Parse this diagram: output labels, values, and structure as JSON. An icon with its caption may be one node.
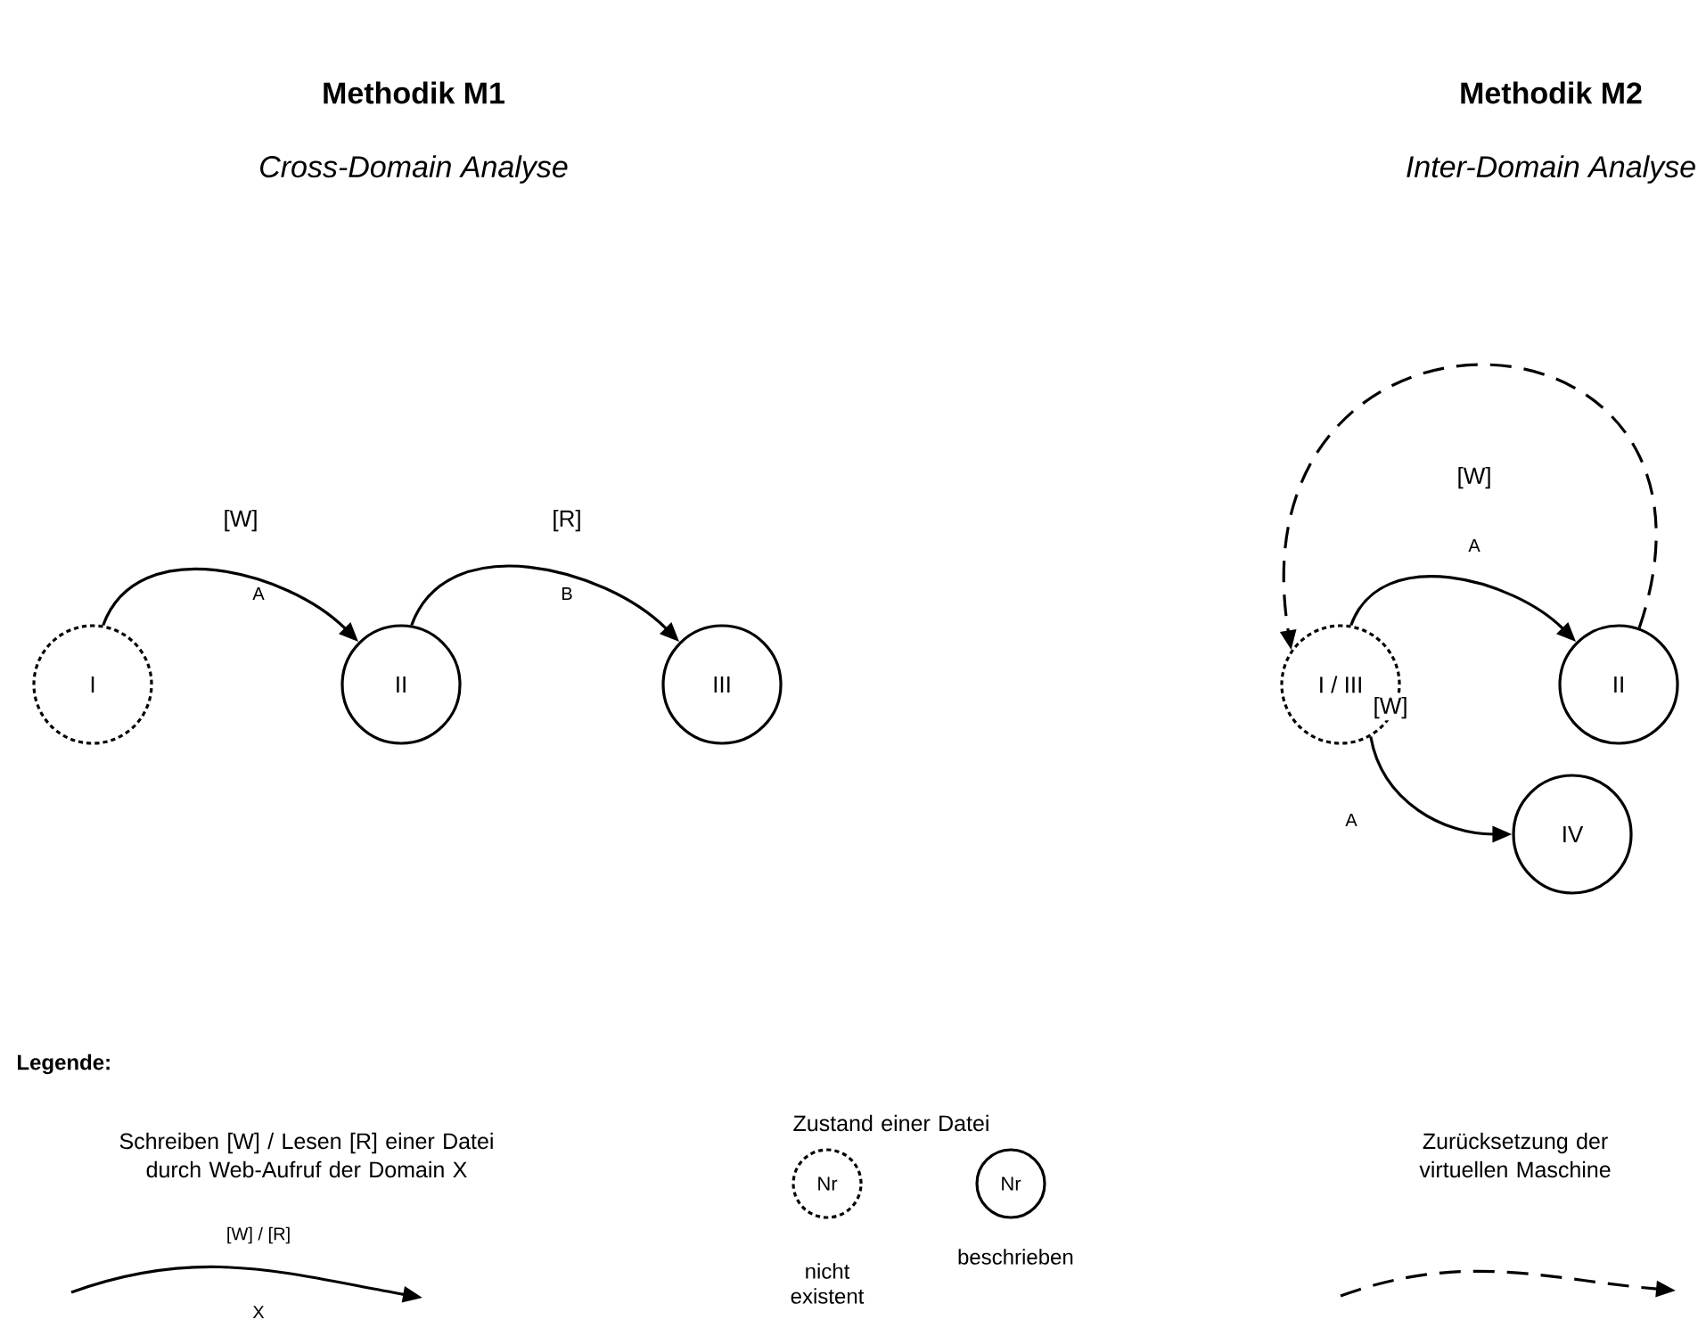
{
  "diagram": {
    "nodes": [
      {
        "text": [
          "I"
        ]
      },
      {
        "text": [
          "II"
        ]
      },
      {
        "text": [
          "III"
        ]
      },
      {
        "text": [
          "I / III"
        ]
      },
      {
        "text": [
          "II"
        ]
      },
      {
        "text": [
          "IV"
        ]
      },
      {
        "text": [
          "Nr"
        ],
        "beside": [
          "nicht existent"
        ]
      },
      {
        "text": [
          "Nr"
        ],
        "beside": [
          "beschrieben"
        ]
      }
    ],
    "edges": [
      {
        "from": 0,
        "to": 1,
        "arrow": "to",
        "label": "[W]"
      },
      {
        "from": 1,
        "to": 2,
        "arrow": "to",
        "label": "[R]"
      },
      {
        "from": 4,
        "to": 3,
        "arrow": "to",
        "style": "dashed"
      },
      {
        "from": 3,
        "to": 4,
        "arrow": "to",
        "label": "[W]"
      },
      {
        "from": 3,
        "to": 5,
        "arrow": "to",
        "label": "[W]"
      }
    ],
    "labels": [
      "Methodik M1",
      "Cross-Domain Analyse",
      "Methodik M2",
      "Inter-Domain Analyse",
      "A",
      "B",
      "A",
      "A",
      "Legende:",
      "[W] / [R]",
      "X"
    ],
    "legend": [
      {
        "text": "Schreiben [W] / Lesen [R] einer Datei durch Web-Aufruf der Domain X"
      },
      {
        "text": "Zustand einer Datei"
      },
      {
        "text": "Zurücksetzung der virtuellen Maschine"
      }
    ]
  }
}
